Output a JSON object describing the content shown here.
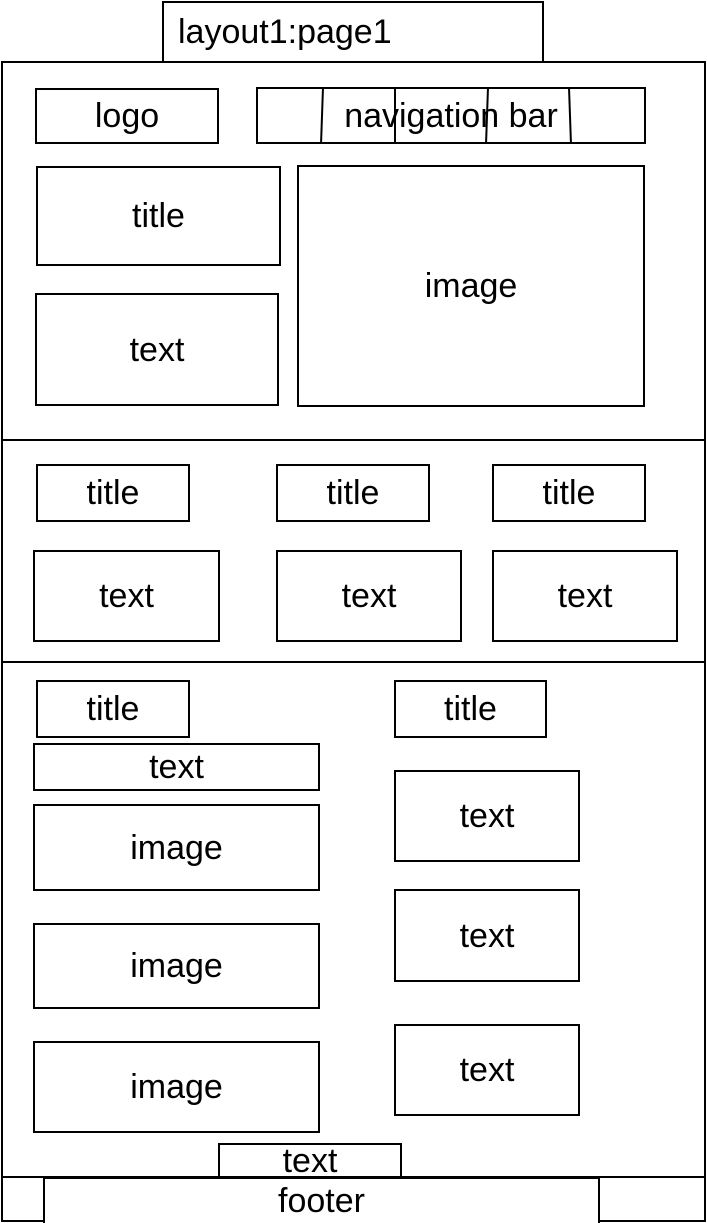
{
  "tab": {
    "label": "layout1:page1"
  },
  "header": {
    "logo": "logo",
    "navigation": "navigation bar",
    "title": "title",
    "text": "text",
    "image": "image"
  },
  "section2": {
    "columns": [
      {
        "title": "title",
        "text": "text"
      },
      {
        "title": "title",
        "text": "text"
      },
      {
        "title": "title",
        "text": "text"
      }
    ]
  },
  "section3": {
    "left": {
      "title": "title",
      "text": "text",
      "images": [
        "image",
        "image",
        "image"
      ]
    },
    "right": {
      "title": "title",
      "texts": [
        "text",
        "text",
        "text"
      ]
    },
    "bottom_text": "text"
  },
  "footer": {
    "label": "footer"
  }
}
